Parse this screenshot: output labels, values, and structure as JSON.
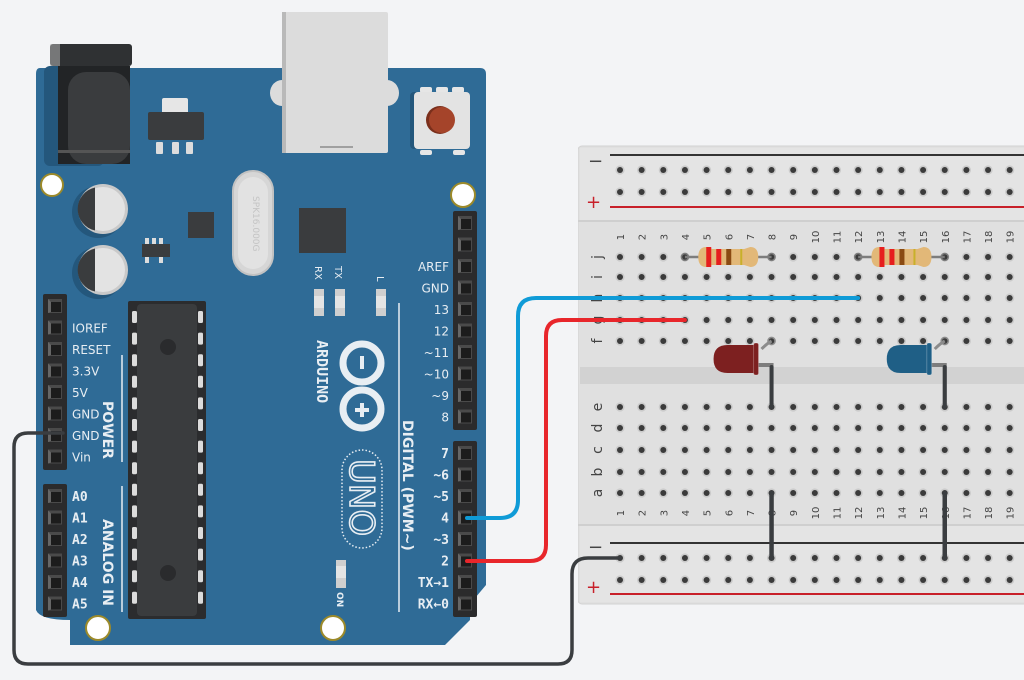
{
  "canvas": {
    "background": "#f3f4f6"
  },
  "arduino": {
    "name": "Arduino Uno",
    "brand_text": "ARDUINO",
    "model_text": "UNO",
    "crystal_text": "SPK16.000G",
    "led_labels": {
      "rx": "RX",
      "tx": "TX",
      "l": "L",
      "on": "ON"
    },
    "power_header": {
      "section_label": "POWER",
      "pins": [
        "",
        "IOREF",
        "RESET",
        "3.3V",
        "5V",
        "GND",
        "GND",
        "Vin"
      ]
    },
    "analog_header": {
      "section_label": "ANALOG IN",
      "pins": [
        "A0",
        "A1",
        "A2",
        "A3",
        "A4",
        "A5"
      ]
    },
    "digital_header_top": {
      "pins": [
        "",
        "",
        "AREF",
        "GND",
        "13",
        "12",
        "~11",
        "~10",
        "~9",
        "8"
      ]
    },
    "digital_header_bottom": {
      "section_label": "DIGITAL (PWM~)",
      "pins": [
        "7",
        "~6",
        "~5",
        "4",
        "~3",
        "2",
        "TX→1",
        "RX←0"
      ]
    },
    "colors": {
      "board": "#2f6b96",
      "board_dark": "#24577c",
      "header": "#2b2b2c",
      "chip": "#3a3c3e",
      "silk": "#e8eef3",
      "reset_button": "#a5442a",
      "mount_ring": "#9c8a2a"
    }
  },
  "breadboard": {
    "columns": [
      "1",
      "2",
      "3",
      "4",
      "5",
      "6",
      "7",
      "8",
      "9",
      "10",
      "11",
      "12",
      "13",
      "14",
      "15",
      "16",
      "17",
      "18",
      "19"
    ],
    "top_rows": [
      "j",
      "i",
      "h",
      "g",
      "f"
    ],
    "bottom_rows": [
      "e",
      "d",
      "c",
      "b",
      "a"
    ],
    "rail_minus_label": "−",
    "rail_plus_label": "+",
    "colors": {
      "body": "#e2e2e2",
      "hole": "#3b3b3b",
      "hole_ring": "#c8c8c8",
      "minus_line": "#333333",
      "plus_line": "#c8202a",
      "label": "#444444"
    }
  },
  "components": {
    "resistors": [
      {
        "id": "R1",
        "from": "j4",
        "to": "j8",
        "bands": [
          "#e61e1e",
          "#e61e1e",
          "#8a4a12",
          "#c8b02a"
        ]
      },
      {
        "id": "R2",
        "from": "j12",
        "to": "j16",
        "bands": [
          "#e61e1e",
          "#e61e1e",
          "#8a4a12",
          "#c8b02a"
        ]
      }
    ],
    "leds": [
      {
        "id": "LED1",
        "color_name": "red",
        "color": "#7d2020",
        "anode": "f8",
        "cathode_leg_column": "8"
      },
      {
        "id": "LED2",
        "color_name": "blue",
        "color": "#1f5f86",
        "anode": "f16",
        "cathode_leg_column": "16"
      }
    ],
    "wires": [
      {
        "id": "W1",
        "color_name": "blue",
        "color": "#0f9bd7",
        "from": "Arduino pin 4",
        "to": "h12"
      },
      {
        "id": "W2",
        "color_name": "red",
        "color": "#e8262b",
        "from": "Arduino pin 2",
        "to": "g4"
      },
      {
        "id": "W3",
        "color_name": "black",
        "color": "#3a3d40",
        "from": "Arduino GND",
        "to": "bottom − rail col 1"
      },
      {
        "id": "W4",
        "color_name": "black",
        "color": "#3a3d40",
        "from": "a8",
        "to": "bottom − rail col 8"
      },
      {
        "id": "W5",
        "color_name": "black",
        "color": "#3a3d40",
        "from": "a16",
        "to": "bottom − rail col 16"
      }
    ]
  }
}
